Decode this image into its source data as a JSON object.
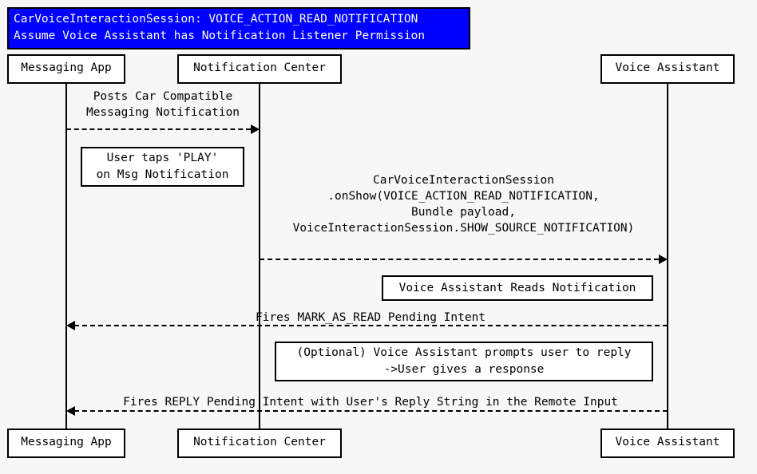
{
  "diagram": {
    "type": "sequence-diagram",
    "background_color": "#f7f7f7",
    "title_banner": {
      "line1": "CarVoiceInteractionSession: VOICE_ACTION_READ_NOTIFICATION",
      "line2": "Assume Voice Assistant has Notification Listener Permission",
      "background_color": "#0000ff",
      "text_color": "#ffffff",
      "border_color": "#000000"
    },
    "participants": [
      {
        "id": "messaging-app",
        "label": "Messaging App"
      },
      {
        "id": "notification-center",
        "label": "Notification Center"
      },
      {
        "id": "voice-assistant",
        "label": "Voice Assistant"
      }
    ],
    "messages": [
      {
        "id": "posts-car-compatible-messaging-notification",
        "from": "messaging-app",
        "to": "notification-center",
        "direction": "right",
        "style": "dashed",
        "label_line1": "Posts Car Compatible",
        "label_line2": "Messaging Notification"
      },
      {
        "id": "car-voice-interaction-session-onshow",
        "from": "notification-center",
        "to": "voice-assistant",
        "direction": "right",
        "style": "dashed",
        "label_line1": "CarVoiceInteractionSession",
        "label_line2": ".onShow(VOICE_ACTION_READ_NOTIFICATION,",
        "label_line3": "Bundle payload,",
        "label_line4": "VoiceInteractionSession.SHOW_SOURCE_NOTIFICATION)"
      },
      {
        "id": "fires-mark-as-read-pending-intent",
        "from": "voice-assistant",
        "to": "messaging-app",
        "direction": "left",
        "style": "dashed",
        "label_line1": "Fires MARK_AS_READ Pending Intent"
      },
      {
        "id": "fires-reply-pending-intent",
        "from": "voice-assistant",
        "to": "messaging-app",
        "direction": "left",
        "style": "dashed",
        "label_line1": "Fires REPLY Pending Intent with User's Reply String in the Remote Input"
      }
    ],
    "notes": [
      {
        "id": "user-taps-play",
        "line1": "User taps 'PLAY'",
        "line2": "on Msg Notification"
      },
      {
        "id": "voice-assistant-reads-notification",
        "line1": "Voice Assistant Reads Notification"
      },
      {
        "id": "optional-voice-assistant-prompts-user",
        "line1": "(Optional) Voice Assistant prompts user to reply",
        "line2": "->User gives a response"
      }
    ]
  }
}
